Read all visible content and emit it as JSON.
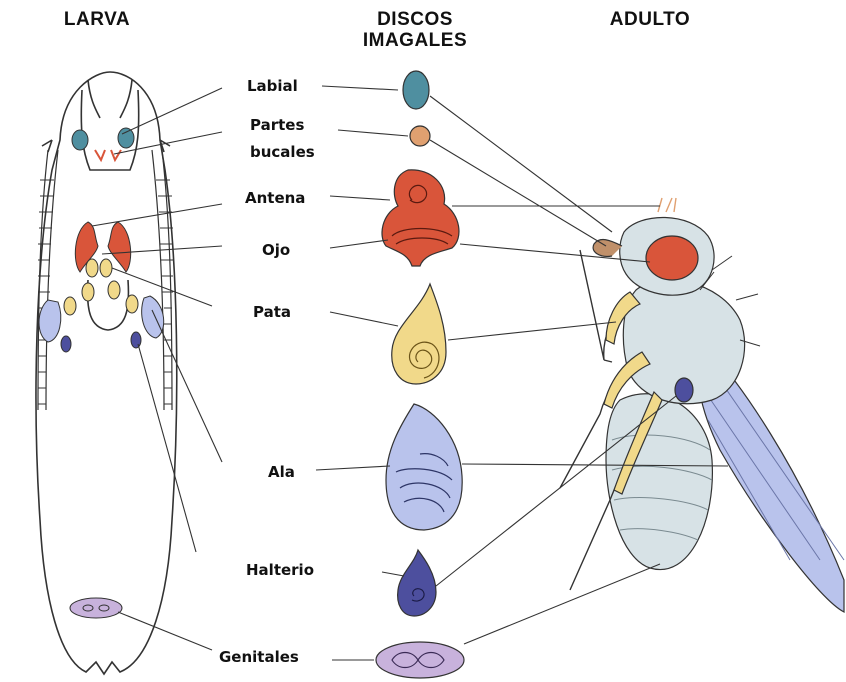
{
  "headers": {
    "larva": "LARVA",
    "discos_line1": "DISCOS",
    "discos_line2": "IMAGALES",
    "adulto": "ADULTO"
  },
  "discs": [
    {
      "key": "labial",
      "label": "Labial"
    },
    {
      "key": "bucales",
      "label_line1": "Partes",
      "label_line2": "bucales"
    },
    {
      "key": "antena",
      "label": "Antena"
    },
    {
      "key": "ojo",
      "label": "Ojo"
    },
    {
      "key": "pata",
      "label": "Pata"
    },
    {
      "key": "ala",
      "label": "Ala"
    },
    {
      "key": "halterio",
      "label": "Halterio"
    },
    {
      "key": "genitales",
      "label": "Genitales"
    }
  ],
  "colors": {
    "labial": "#4f8fa0",
    "bucales": "#e0a070",
    "eye_antenna": "#d9553a",
    "leg": "#f1d98a",
    "wing": "#b9c3ec",
    "haltere": "#4d4f9e",
    "genital": "#c8b2dc",
    "body_gray": "#d7e2e6",
    "line": "#333333"
  }
}
